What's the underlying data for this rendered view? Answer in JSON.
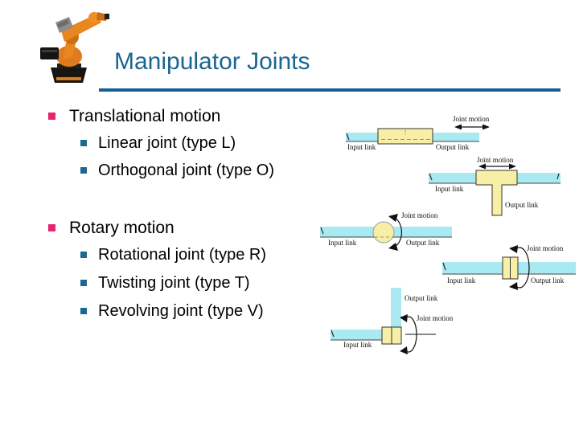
{
  "slide": {
    "title": "Manipulator Joints"
  },
  "bullets": {
    "group1": {
      "heading": "Translational motion",
      "items": [
        {
          "label": "Linear joint (type L)"
        },
        {
          "label": "Orthogonal joint (type O)"
        }
      ]
    },
    "group2": {
      "heading": "Rotary motion",
      "items": [
        {
          "label": "Rotational joint (type R)"
        },
        {
          "label": "Twisting joint (type T)"
        },
        {
          "label": "Revolving joint (type V)"
        }
      ]
    }
  },
  "diagrams": {
    "linear": {
      "joint_motion": "Joint motion",
      "input_link": "Input link",
      "output_link": "Output link"
    },
    "orthogonal": {
      "joint_motion": "Joint motion",
      "input_link": "Input link",
      "output_link": "Output link"
    },
    "rotational": {
      "joint_motion": "Joint motion",
      "input_link": "Input link",
      "output_link": "Output link"
    },
    "twisting": {
      "joint_motion": "Joint motion",
      "input_link": "Input link",
      "output_link": "Output link"
    },
    "revolving": {
      "joint_motion": "Joint motion",
      "input_link": "Input link",
      "output_link": "Output link"
    }
  },
  "icons": {
    "robot": "industrial-robot-arm-icon"
  },
  "colors": {
    "accent": "#1B6690",
    "rule": "#135F94",
    "bullet1": "#E8246F",
    "bullet2": "#1B6890",
    "link-fill": "#A9EAF2",
    "joint-fill": "#F8EFA6"
  }
}
